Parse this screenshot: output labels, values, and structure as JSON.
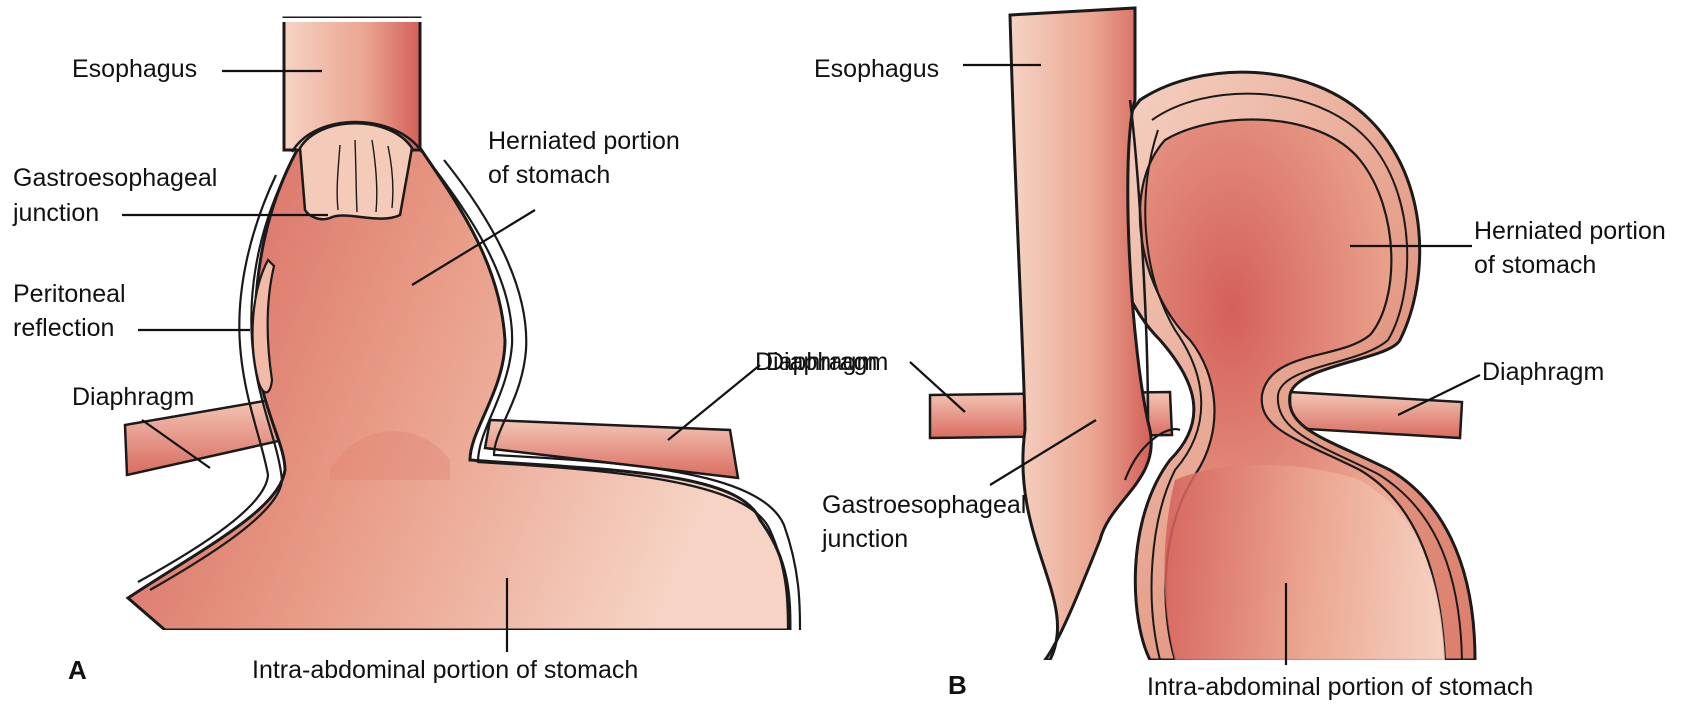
{
  "colors": {
    "tissue_dark": "#d4605a",
    "tissue_mid": "#e89b86",
    "tissue_light": "#f6d3c4",
    "outline": "#1a1a1a",
    "leader": "#111111"
  },
  "panel_a": {
    "letter": "A",
    "labels": {
      "esophagus": "Esophagus",
      "ge_junction_line1": "Gastroesophageal",
      "ge_junction_line2": "junction",
      "herniated_line1": "Herniated portion",
      "herniated_line2": "of stomach",
      "peritoneal_line1": "Peritoneal",
      "peritoneal_line2": "reflection",
      "diaphragm_left": "Diaphragm",
      "diaphragm_right": "Diaphragm",
      "intra_abdominal": "Intra-abdominal portion of stomach"
    }
  },
  "panel_b": {
    "letter": "B",
    "labels": {
      "esophagus": "Esophagus",
      "herniated_line1": "Herniated portion",
      "herniated_line2": "of stomach",
      "diaphragm_left": "Diaphragm",
      "diaphragm_right": "Diaphragm",
      "ge_junction_line1": "Gastroesophageal",
      "ge_junction_line2": "junction",
      "intra_abdominal": "Intra-abdominal portion of stomach"
    }
  }
}
